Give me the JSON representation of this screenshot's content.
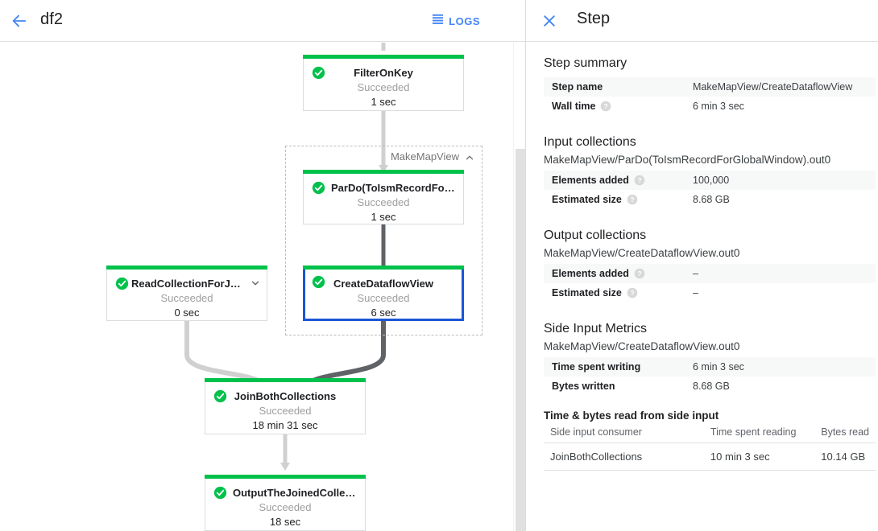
{
  "toolbar": {
    "back_icon": "arrow-left-icon",
    "job_title": "df2",
    "logs_label": "LOGS",
    "logs_icon": "logs-list-icon"
  },
  "colors": {
    "accent_blue": "#4285f4",
    "selected_border": "#1a56d6",
    "success_green": "#00c14b",
    "muted_text": "#9e9e9e",
    "edge_light": "#d0d0d0",
    "edge_dark": "#5f6368"
  },
  "graph": {
    "group": {
      "label": "MakeMapView",
      "collapse_icon": "chevron-up-icon"
    },
    "nodes": [
      {
        "id": "filter-on-key",
        "title": "FilterOnKey",
        "status": "Succeeded",
        "time": "1 sec",
        "status_icon": "check-circle-icon",
        "selected": false,
        "has_chevron": false
      },
      {
        "id": "pardo-toismrecordfor",
        "title": "ParDo(ToIsmRecordFor…",
        "status": "Succeeded",
        "time": "1 sec",
        "status_icon": "check-circle-icon",
        "selected": false,
        "has_chevron": false
      },
      {
        "id": "create-dataflow-view",
        "title": "CreateDataflowView",
        "status": "Succeeded",
        "time": "6 sec",
        "status_icon": "check-circle-icon",
        "selected": true,
        "has_chevron": false
      },
      {
        "id": "read-collection-for-join",
        "title": "ReadCollectionForJoin",
        "status": "Succeeded",
        "time": "0 sec",
        "status_icon": "check-circle-icon",
        "selected": false,
        "has_chevron": true,
        "chevron_icon": "chevron-down-icon"
      },
      {
        "id": "join-both-collections",
        "title": "JoinBothCollections",
        "status": "Succeeded",
        "time": "18 min 31 sec",
        "status_icon": "check-circle-icon",
        "selected": false,
        "has_chevron": false
      },
      {
        "id": "output-the-joined-collec",
        "title": "OutputTheJoinedCollec…",
        "status": "Succeeded",
        "time": "18 sec",
        "status_icon": "check-circle-icon",
        "selected": false,
        "has_chevron": false
      }
    ],
    "scrollbar": {
      "orientation": "vertical"
    }
  },
  "panel": {
    "close_icon": "close-icon",
    "title": "Step",
    "step_summary": {
      "heading": "Step summary",
      "rows": [
        {
          "key": "Step name",
          "value": "MakeMapView/CreateDataflowView",
          "help": false
        },
        {
          "key": "Wall time",
          "value": "6 min 3 sec",
          "help": true
        }
      ]
    },
    "input_collections": {
      "heading": "Input collections",
      "collection": "MakeMapView/ParDo(ToIsmRecordForGlobalWindow).out0",
      "rows": [
        {
          "key": "Elements added",
          "value": "100,000",
          "help": true
        },
        {
          "key": "Estimated size",
          "value": "8.68 GB",
          "help": true
        }
      ]
    },
    "output_collections": {
      "heading": "Output collections",
      "collection": "MakeMapView/CreateDataflowView.out0",
      "rows": [
        {
          "key": "Elements added",
          "value": "–",
          "help": true
        },
        {
          "key": "Estimated size",
          "value": "–",
          "help": true
        }
      ]
    },
    "side_input_metrics": {
      "heading": "Side Input Metrics",
      "collection": "MakeMapView/CreateDataflowView.out0",
      "rows": [
        {
          "key": "Time spent writing",
          "value": "6 min 3 sec",
          "help": false
        },
        {
          "key": "Bytes written",
          "value": "8.68 GB",
          "help": false
        }
      ],
      "table": {
        "heading": "Time & bytes read from side input",
        "columns": [
          "Side input consumer",
          "Time spent reading",
          "Bytes read"
        ],
        "rows": [
          [
            "JoinBothCollections",
            "10 min 3 sec",
            "10.14 GB"
          ]
        ]
      }
    },
    "help_icon": "help-circle-icon"
  }
}
